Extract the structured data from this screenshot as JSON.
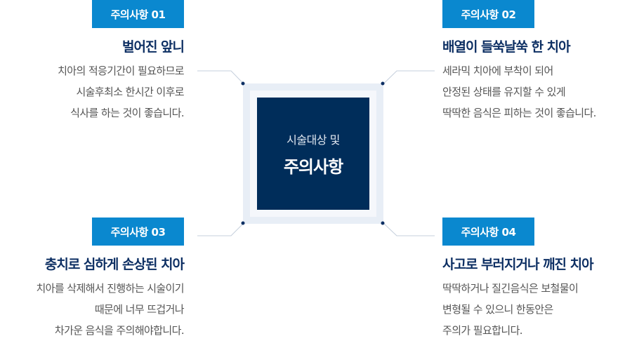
{
  "center": {
    "subtitle": "시술대상 및",
    "title": "주의사항"
  },
  "cautions": [
    {
      "badge": "주의사항 01",
      "title": "벌어진 앞니",
      "lines": [
        "치아의 적응기간이 필요하므로",
        "시술후최소 한시간 이후로",
        "식사를 하는 것이 좋습니다."
      ]
    },
    {
      "badge": "주의사항 02",
      "title": "배열이 들쑥날쑥 한 치아",
      "lines": [
        "세라믹 치아에 부착이 되어",
        "안정된 상태를 유지할 수 있게",
        "딱딱한 음식은 피하는 것이 좋습니다."
      ]
    },
    {
      "badge": "주의사항 03",
      "title": "충치로 심하게 손상된 치아",
      "lines": [
        "치아를 삭제해서 진행하는 시술이기",
        "때문에 너무 뜨겁거나",
        "차가운 음식을 주의해야합니다."
      ]
    },
    {
      "badge": "주의사항 04",
      "title": "사고로 부러지거나 깨진 치아",
      "lines": [
        "딱딱하거나 질긴음식은 보철물이",
        "변형될 수 있으니 한동안은",
        "주의가 필요합니다."
      ]
    }
  ],
  "colors": {
    "badge": "#0a88cf",
    "title": "#0d2f63",
    "core": "#002d5a"
  }
}
